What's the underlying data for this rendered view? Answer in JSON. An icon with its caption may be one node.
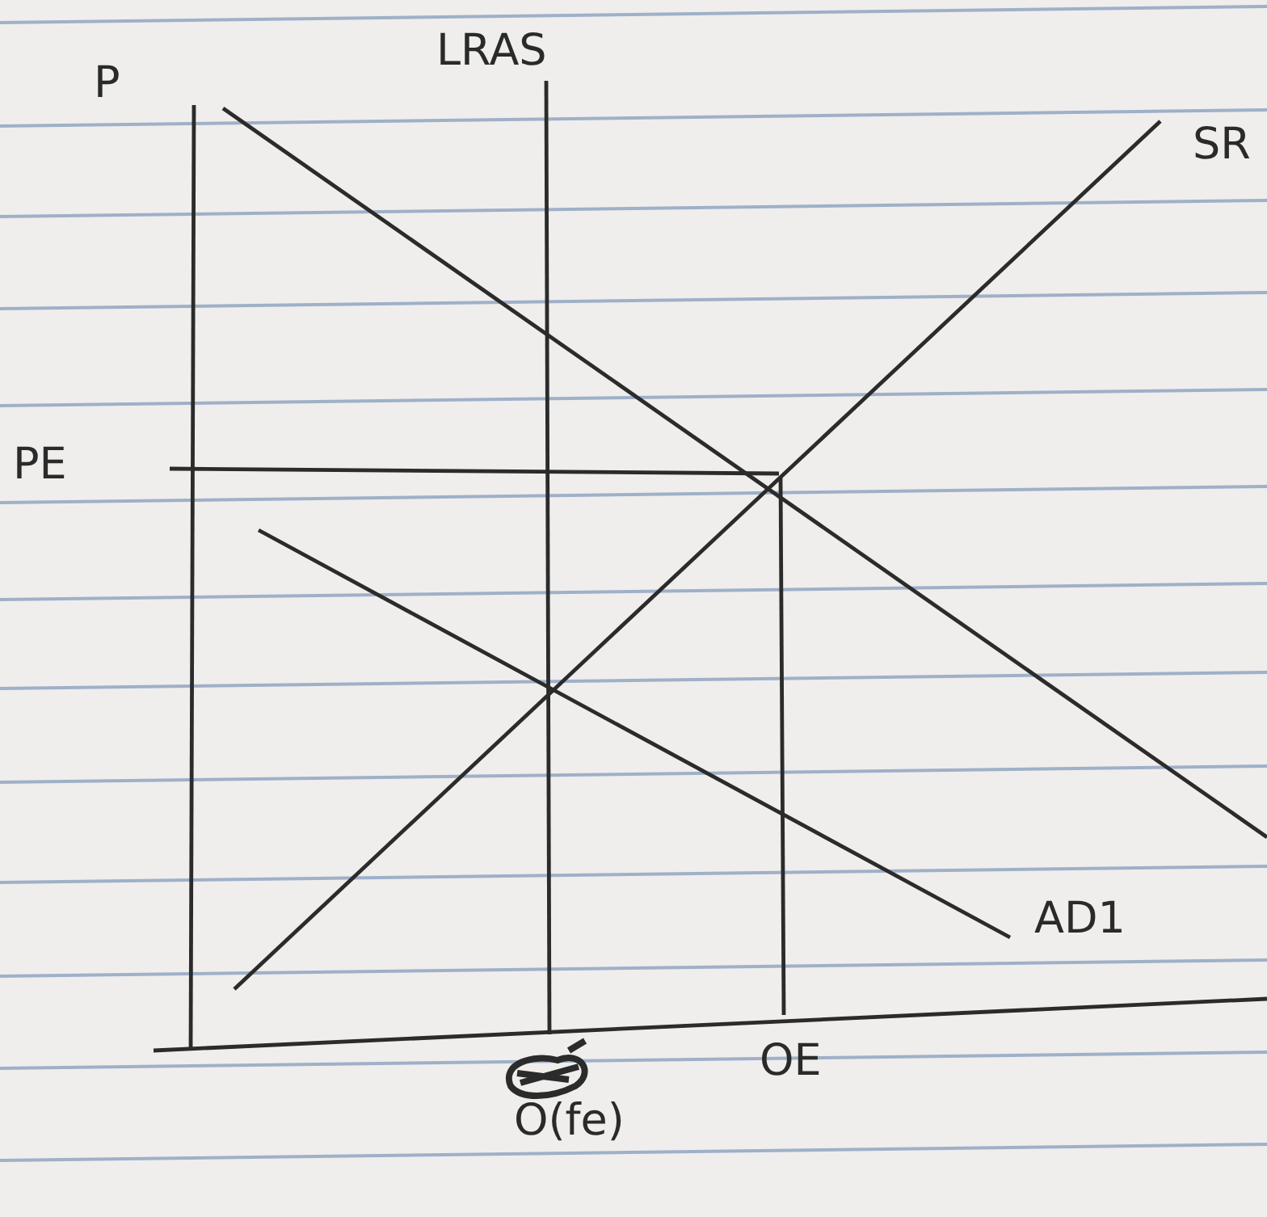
{
  "diagram": {
    "labels": [
      "P",
      "LRAS",
      "SR",
      "PE",
      "AD1",
      "OE",
      "O(fe)"
    ]
  }
}
